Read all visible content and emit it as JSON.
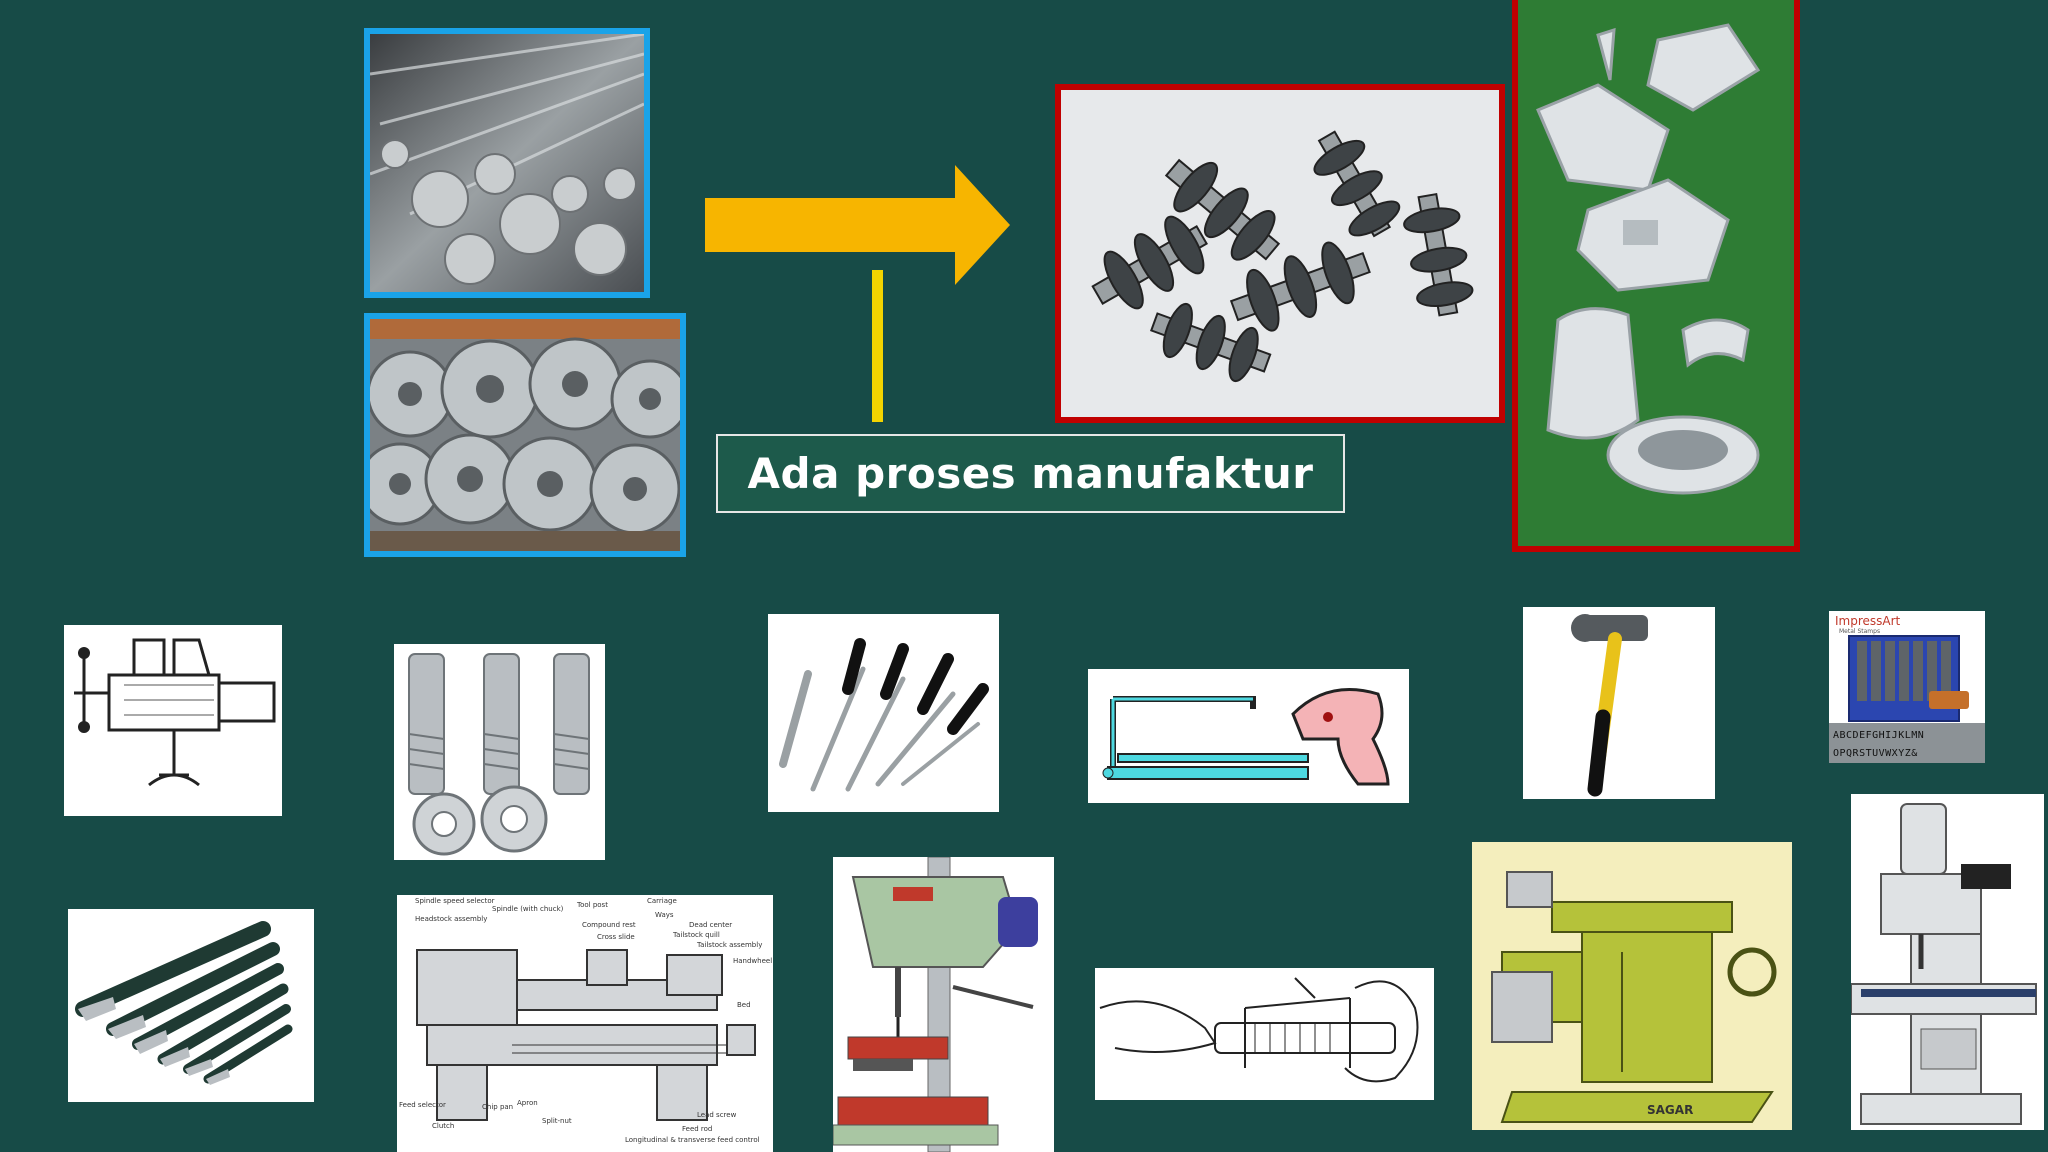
{
  "slide": {
    "caption": "Ada proses manufaktur",
    "colors": {
      "background": "#174b47",
      "arrow": "#f7b500",
      "connector": "#f3d400",
      "raw_material_border": "#1aa3e8",
      "product_border": "#c00000"
    }
  },
  "raw_materials": [
    {
      "name": "steel-round-bars"
    },
    {
      "name": "steel-coils"
    }
  ],
  "products": [
    {
      "name": "machined-camshafts"
    },
    {
      "name": "sheet-metal-parts"
    }
  ],
  "tools": [
    {
      "name": "bench-vise"
    },
    {
      "name": "taps-and-dies"
    },
    {
      "name": "hand-files"
    },
    {
      "name": "hacksaw"
    },
    {
      "name": "ball-peen-hammer"
    },
    {
      "name": "letter-punch-set",
      "brand": "ImpressArt",
      "sub": "Metal Stamps",
      "row1": "ABCDEFGHIJKLMN",
      "row2": "OPQRSTUVWXYZ&"
    },
    {
      "name": "cold-chisels"
    },
    {
      "name": "lathe-diagram"
    },
    {
      "name": "drill-press"
    },
    {
      "name": "threading-by-hand"
    },
    {
      "name": "shaper-machine",
      "brand": "SAGAR"
    },
    {
      "name": "milling-machine"
    }
  ],
  "lathe_labels": {
    "spindle_speed_selector": "Spindle speed selector",
    "spindle": "Spindle (with chuck)",
    "headstock": "Headstock assembly",
    "tool_post": "Tool post",
    "compound_rest": "Compound rest",
    "cross_slide": "Cross slide",
    "carriage": "Carriage",
    "ways": "Ways",
    "dead_center": "Dead center",
    "tailstock_quill": "Tailstock quill",
    "tailstock": "Tailstock assembly",
    "handwheel": "Handwheel",
    "bed": "Bed",
    "feed_selector": "Feed selector",
    "chip_pan": "Chip pan",
    "apron": "Apron",
    "clutch": "Clutch",
    "split_nut": "Split-nut",
    "lead_screw": "Lead screw",
    "feed_rod": "Feed rod",
    "longitudinal": "Longitudinal & transverse feed control"
  }
}
